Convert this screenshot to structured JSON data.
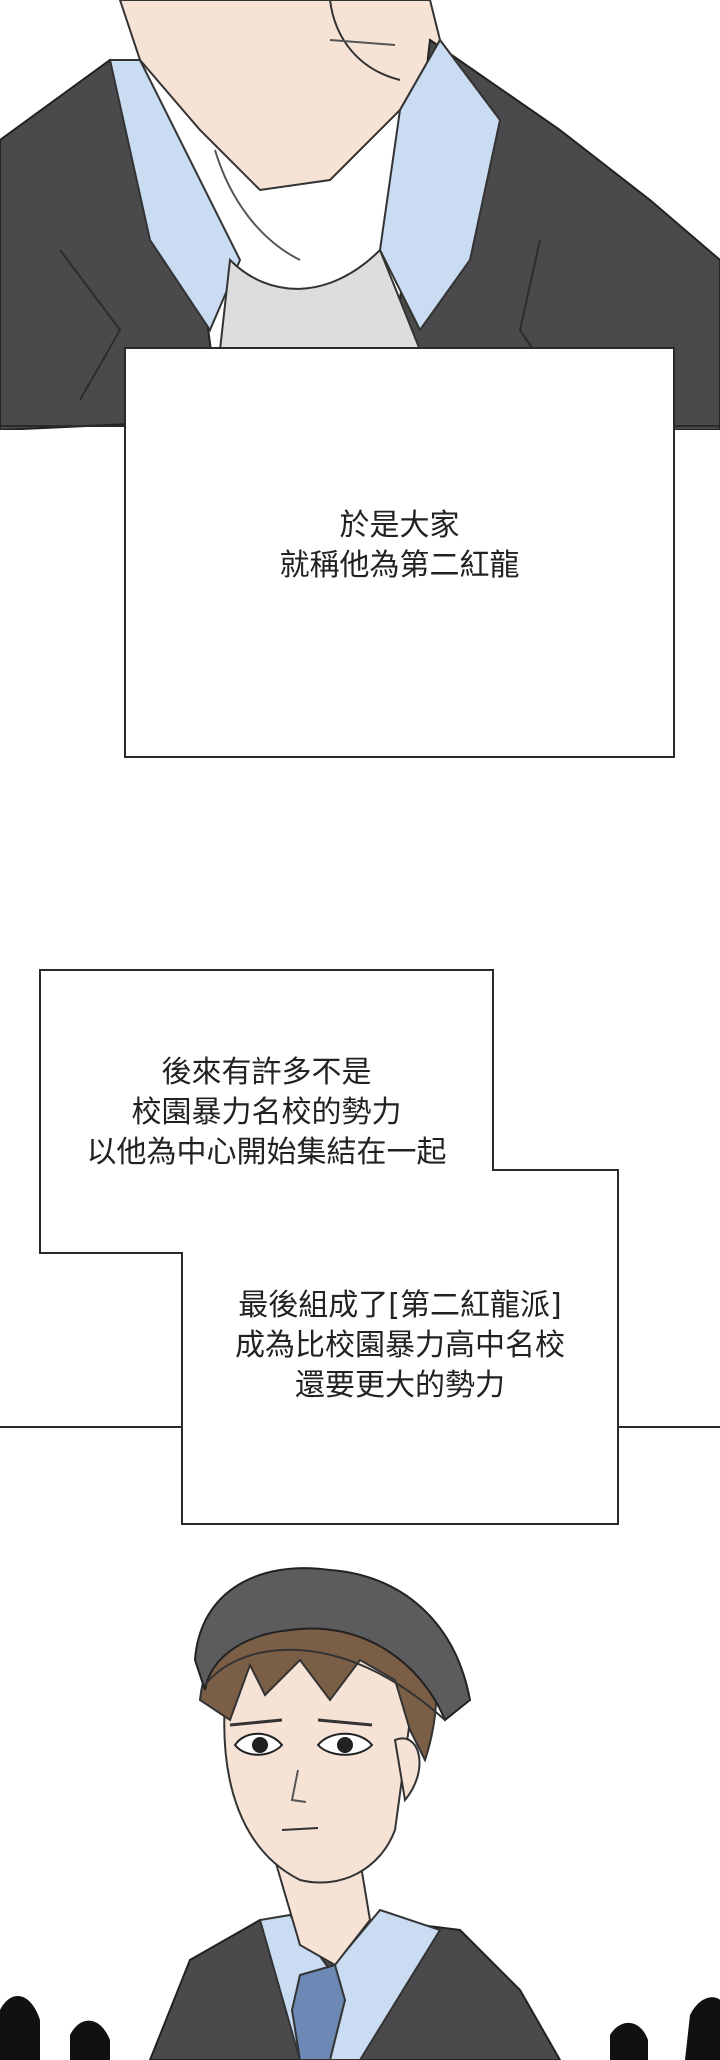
{
  "captions": {
    "first": {
      "lines": [
        "於是大家",
        "就稱他為第二紅龍"
      ]
    },
    "second": {
      "lines": [
        "後來有許多不是",
        "校園暴力名校的勢力",
        "以他為中心開始集結在一起"
      ]
    },
    "third": {
      "lines": [
        "最後組成了[第二紅龍派]",
        "成為比校園暴力高中名校",
        "還要更大的勢力"
      ]
    }
  },
  "colors": {
    "jacket": "#4a4a4c",
    "shirt": "#c9dcf2",
    "skin": "#f7e3d6",
    "hair": "#7a5e45",
    "beanie": "#5c5c5e",
    "tie": "#6d88b4"
  }
}
